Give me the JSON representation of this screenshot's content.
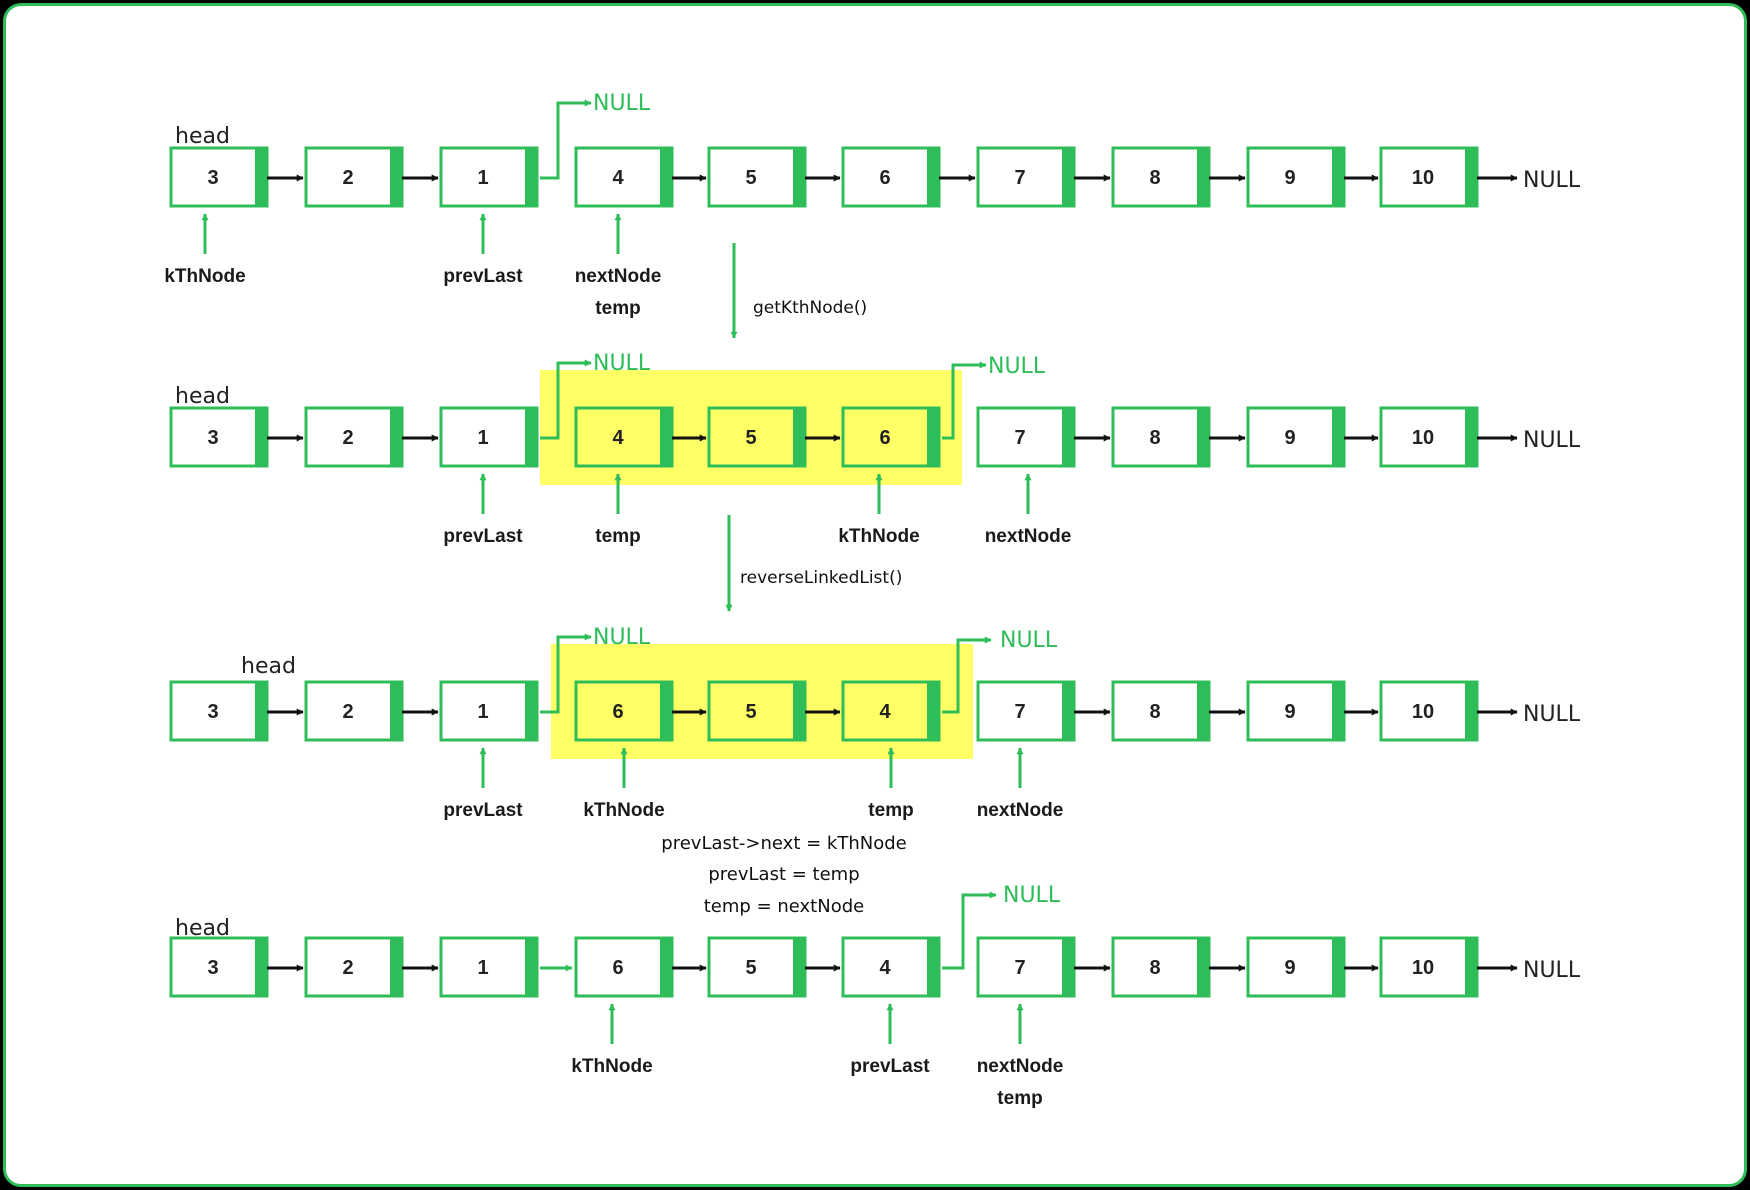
{
  "colors": {
    "border": "#2ebd59",
    "node_fill": "#ffffff",
    "highlight": "#ffff66",
    "arrow": "#111111",
    "green_arrow": "#2ebd59"
  },
  "head_label": "head",
  "null_label": "NULL",
  "rows": [
    {
      "nodes": [
        "3",
        "2",
        "1",
        "4",
        "5",
        "6",
        "7",
        "8",
        "9",
        "10"
      ],
      "highlighted": [],
      "pointers": [
        {
          "node": 0,
          "labels": [
            "kThNode"
          ]
        },
        {
          "node": 2,
          "labels": [
            "prevLast"
          ]
        },
        {
          "node": 3,
          "labels": [
            "nextNode",
            "temp"
          ]
        }
      ]
    },
    {
      "nodes": [
        "3",
        "2",
        "1",
        "4",
        "5",
        "6",
        "7",
        "8",
        "9",
        "10"
      ],
      "highlighted": [
        3,
        4,
        5
      ],
      "pointers": [
        {
          "node": 2,
          "labels": [
            "prevLast"
          ]
        },
        {
          "node": 3,
          "labels": [
            "temp"
          ]
        },
        {
          "node": 5,
          "labels": [
            "kThNode"
          ]
        },
        {
          "node": 6,
          "labels": [
            "nextNode"
          ]
        }
      ]
    },
    {
      "nodes": [
        "3",
        "2",
        "1",
        "6",
        "5",
        "4",
        "7",
        "8",
        "9",
        "10"
      ],
      "highlighted": [
        3,
        4,
        5
      ],
      "pointers": [
        {
          "node": 2,
          "labels": [
            "prevLast"
          ]
        },
        {
          "node": 3,
          "labels": [
            "kThNode"
          ]
        },
        {
          "node": 5,
          "labels": [
            "temp"
          ]
        },
        {
          "node": 6,
          "labels": [
            "nextNode"
          ]
        }
      ]
    },
    {
      "nodes": [
        "3",
        "2",
        "1",
        "6",
        "5",
        "4",
        "7",
        "8",
        "9",
        "10"
      ],
      "highlighted": [],
      "pointers": [
        {
          "node": 3,
          "labels": [
            "kThNode"
          ]
        },
        {
          "node": 5,
          "labels": [
            "prevLast"
          ]
        },
        {
          "node": 6,
          "labels": [
            "nextNode",
            "temp"
          ]
        }
      ]
    }
  ],
  "steps": [
    {
      "label": "getKthNode()"
    },
    {
      "label": "reverseLinkedList()"
    }
  ],
  "code_lines": [
    "prevLast->next = kThNode",
    "prevLast = temp",
    "temp = nextNode"
  ]
}
